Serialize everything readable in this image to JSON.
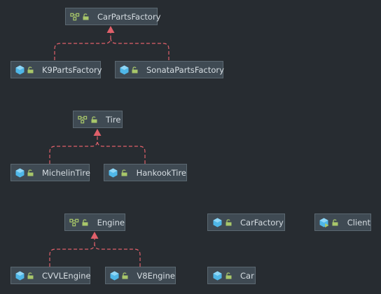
{
  "interfaces": {
    "car_parts_factory": "CarPartsFactory",
    "tire": "Tire",
    "engine": "Engine"
  },
  "classes": {
    "k9_parts_factory": "K9PartsFactory",
    "sonata_parts_factory": "SonataPartsFactory",
    "michelin_tire": "MichelinTire",
    "hankook_tire": "HankookTire",
    "cvvl_engine": "CVVLEngine",
    "v8_engine": "V8Engine",
    "car_factory": "CarFactory",
    "client": "Client",
    "car": "Car"
  },
  "colors": {
    "background": "#272c31",
    "node_fill": "#3f4a53",
    "node_border": "#5b6871",
    "edge": "#e0606a",
    "interface_icon": "#a8c76a",
    "class_icon": "#4fb7e8",
    "lock_icon": "#a8c76a"
  },
  "icons": {
    "interface": "interface-icon",
    "class": "class-icon",
    "client_class": "main-class-icon",
    "visibility": "public-lock-icon"
  }
}
